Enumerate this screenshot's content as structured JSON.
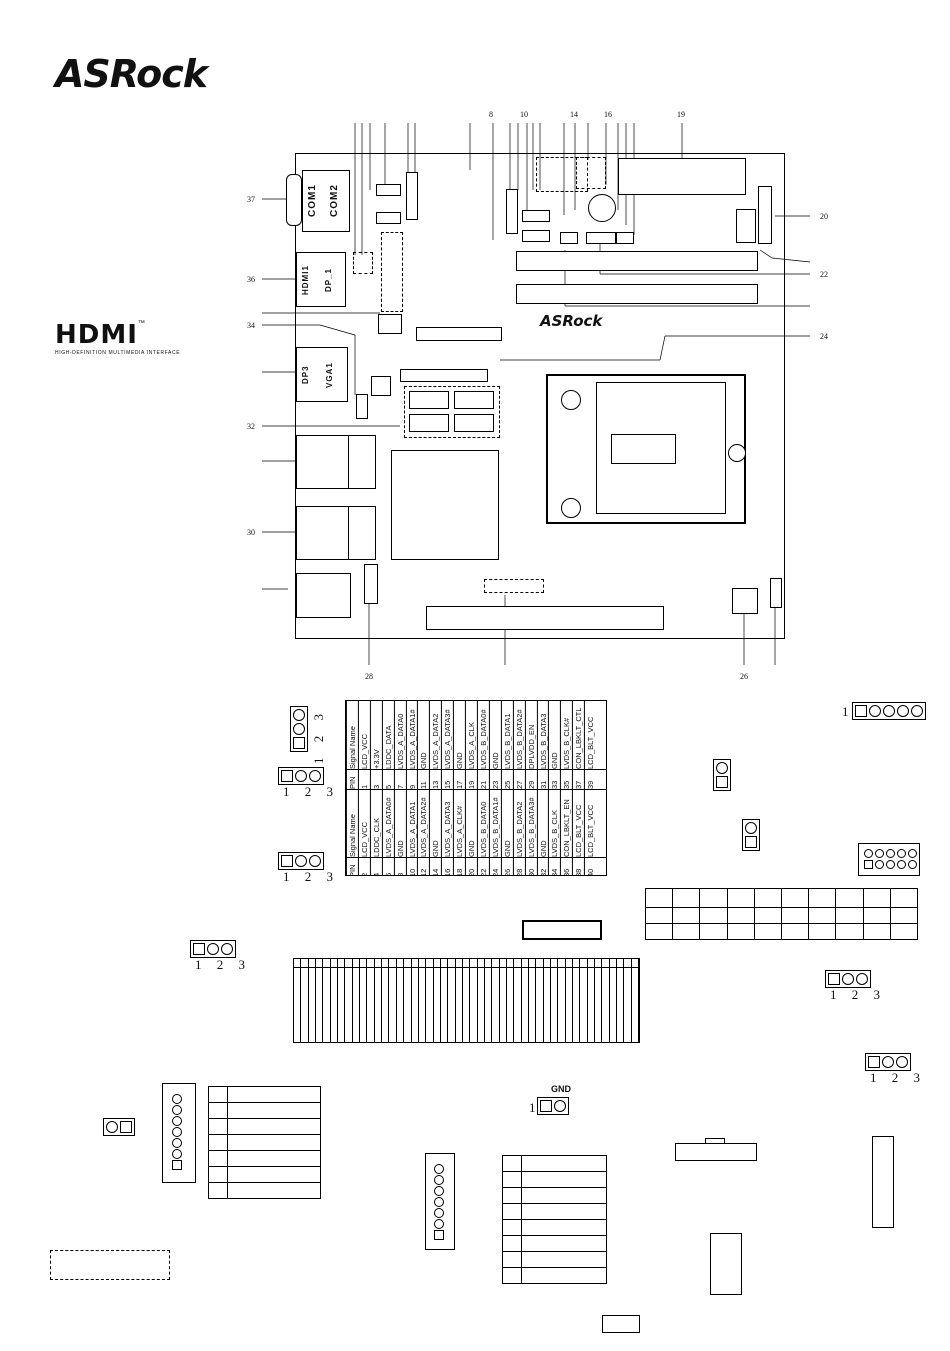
{
  "brand": {
    "logo_text": "ASRock"
  },
  "hdmi_logo": {
    "word": "HDMI",
    "tm": "™",
    "tagline": "HIGH-DEFINITION MULTIMEDIA INTERFACE"
  },
  "board": {
    "ports": {
      "com2": "COM2",
      "com1": "COM1",
      "hdmi1": "HDMI1",
      "dp1": "DP_1",
      "dp3": "DP3",
      "vga1": "VGA1"
    },
    "board_logo": "ASRock"
  },
  "callouts": {
    "top": [
      "8",
      "10",
      "14",
      "16",
      "19"
    ],
    "right": [
      "20",
      "22",
      "24"
    ],
    "left": [
      "37",
      "36",
      "34",
      "32",
      "30"
    ],
    "bottom": [
      "28",
      "26"
    ]
  },
  "jumper_labels": {
    "pins_123": "1 2 3",
    "pin_1": "1",
    "gnd": "GND"
  },
  "lvds_table": {
    "headers_left": [
      "Signal Name",
      "PIN"
    ],
    "headers_right": [
      "Signal Name",
      "PIN"
    ],
    "odd_pins": [
      "1",
      "3",
      "5",
      "7",
      "9",
      "11",
      "13",
      "15",
      "17",
      "19",
      "21",
      "23",
      "25",
      "27",
      "29",
      "31",
      "33",
      "35",
      "37",
      "39"
    ],
    "odd_signals": [
      "LCD_VCC",
      "+3.3V",
      "LDDC_DATA",
      "LVDS_A_DATA0",
      "LVDS_A_DATA1#",
      "GND",
      "LVDS_A_DATA2",
      "LVDS_A_DATA3#",
      "GND",
      "LVDS_A_CLK",
      "LVDS_B_DATA0#",
      "GND",
      "LVDS_B_DATA1",
      "LVDS_B_DATA2#",
      "DPLVDD_EN",
      "LVDS_B_DATA3",
      "GND",
      "LVDS_B_CLK#",
      "CON_LBKLT_CTL",
      "LCD_BLT_VCC"
    ],
    "even_pins": [
      "2",
      "4",
      "6",
      "8",
      "10",
      "12",
      "14",
      "16",
      "18",
      "20",
      "22",
      "24",
      "26",
      "28",
      "30",
      "32",
      "34",
      "36",
      "38",
      "40"
    ],
    "even_signals": [
      "LCD_VCC",
      "LDDC_CLK",
      "LVDS_A_DATA0#",
      "GND",
      "LVDS_A_DATA1",
      "LVDS_A_DATA2#",
      "GND",
      "LVDS_A_DATA3",
      "LVDS_A_CLK#",
      "GND",
      "LVDS_B_DATA0",
      "LVDS_B_DATA1#",
      "GND",
      "LVDS_B_DATA2",
      "LVDS_B_DATA3#",
      "GND",
      "LVDS_B_CLK",
      "CON_LBKLT_EN",
      "LCD_BLT_VCC",
      "LCD_BLT_VCC"
    ]
  }
}
